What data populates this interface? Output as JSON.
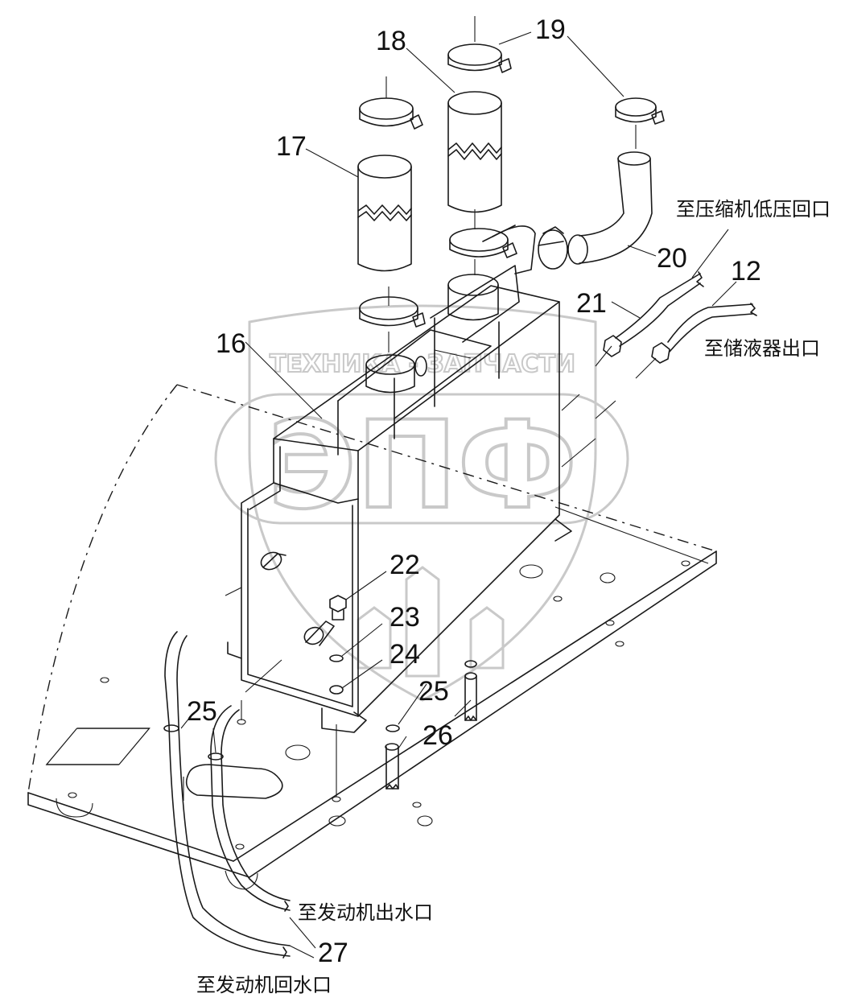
{
  "watermark": {
    "top_text": "ТЕХНИКА - ЗАПЧАСТИ",
    "logo_text": "ЭПФ"
  },
  "part_numbers": [
    "12",
    "16",
    "17",
    "18",
    "19",
    "20",
    "21",
    "22",
    "23",
    "24",
    "25",
    "25",
    "26",
    "27"
  ],
  "captions": {
    "to_compressor": "至压缩机低压回口",
    "to_receiver": "至储液器出口",
    "to_engine_out": "至发动机出水口",
    "to_engine_return": "至发动机回水口"
  }
}
